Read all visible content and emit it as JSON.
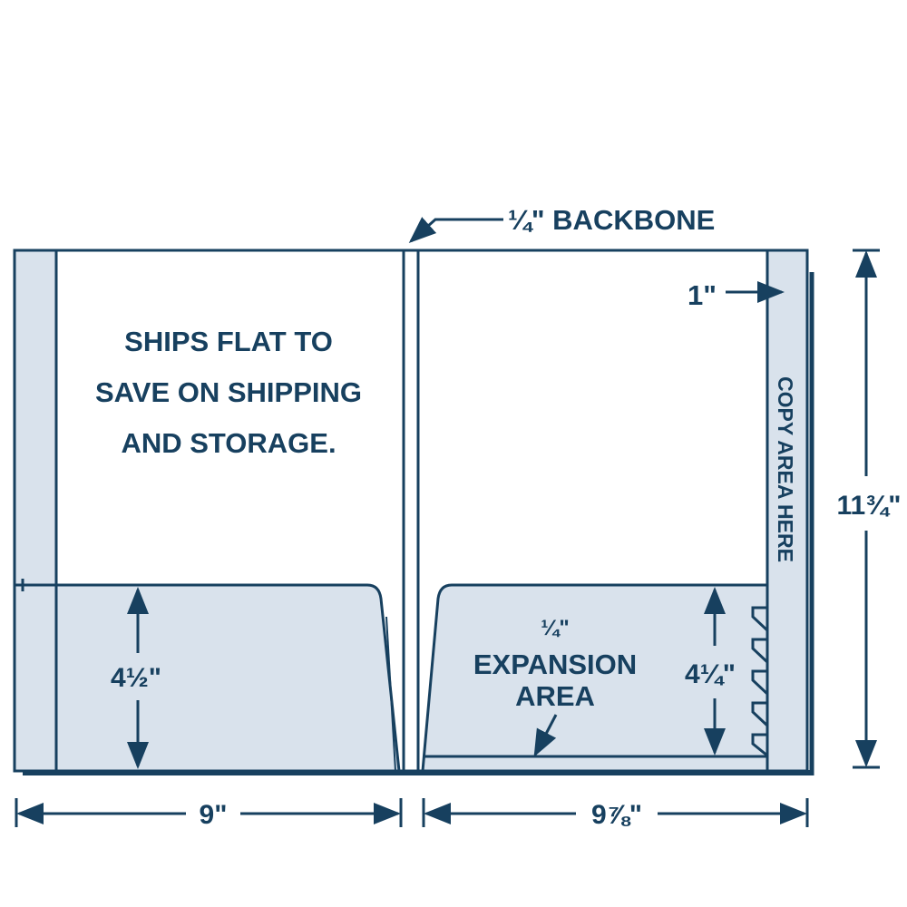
{
  "colors": {
    "ink": "#17405f",
    "fill": "#d9e2ec",
    "background": "#ffffff"
  },
  "labels": {
    "backbone": "¼\" BACKBONE",
    "copy_margin": "1\"",
    "copy_area": "COPY AREA HERE",
    "ships_flat": [
      "SHIPS FLAT TO",
      "SAVE ON SHIPPING",
      "AND STORAGE."
    ],
    "expansion_size": "¼\"",
    "expansion": [
      "EXPANSION",
      "AREA"
    ]
  },
  "dimensions": {
    "left_pocket_height": "4½\"",
    "right_pocket_height": "4¼\"",
    "folder_height": "11¾\"",
    "left_width": "9\"",
    "right_width": "9⅞\""
  }
}
